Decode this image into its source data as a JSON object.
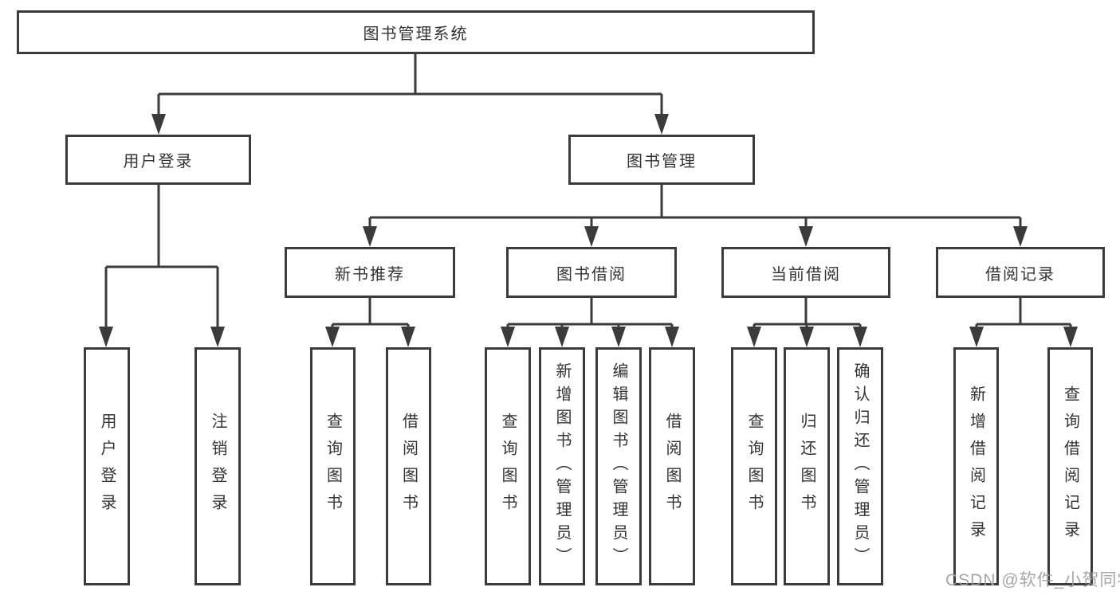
{
  "tree": {
    "title": "图书管理系统",
    "level2": [
      {
        "label": "用户登录"
      },
      {
        "label": "图书管理"
      }
    ],
    "level3": [
      {
        "label": "新书推荐"
      },
      {
        "label": "图书借阅"
      },
      {
        "label": "当前借阅"
      },
      {
        "label": "借阅记录"
      }
    ],
    "leaves": {
      "userLogin": [
        "用户登录",
        "注销登录"
      ],
      "newBook": [
        "查询图书",
        "借阅图书"
      ],
      "borrow": [
        "查询图书",
        "新增图书（管理员）",
        "编辑图书（管理员）",
        "借阅图书"
      ],
      "current": [
        "查询图书",
        "归还图书",
        "确认归还（管理员）"
      ],
      "records": [
        "新增借阅记录",
        "查询借阅记录"
      ]
    }
  },
  "watermark": "CSDN @软件_小贺同学",
  "colors": {
    "line": "#3b3b3b",
    "text": "#333333",
    "box_background": "#ffffff",
    "watermark": "#9e9e9e",
    "page_background": "#ffffff"
  }
}
